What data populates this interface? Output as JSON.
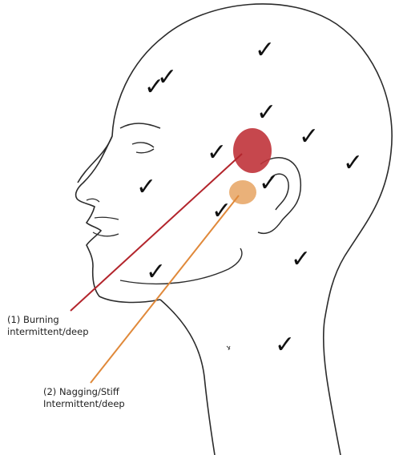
{
  "annotations": [
    {
      "number": "(1)",
      "line1": "Burning",
      "line2": "intermittent/deep",
      "color": "#b3252c"
    },
    {
      "number": "(2)",
      "line1": "Nagging/Stiff",
      "line2": "Intermittent/deep",
      "color": "#e0893a"
    }
  ],
  "colors": {
    "outline": "#2b2b2b",
    "pain_area_1": "#c0333a",
    "pain_area_2": "#e8a96a",
    "leader_1": "#b3252c",
    "leader_2": "#e0893a"
  },
  "checkmark_glyph": "✓",
  "checkmark_count": 14
}
